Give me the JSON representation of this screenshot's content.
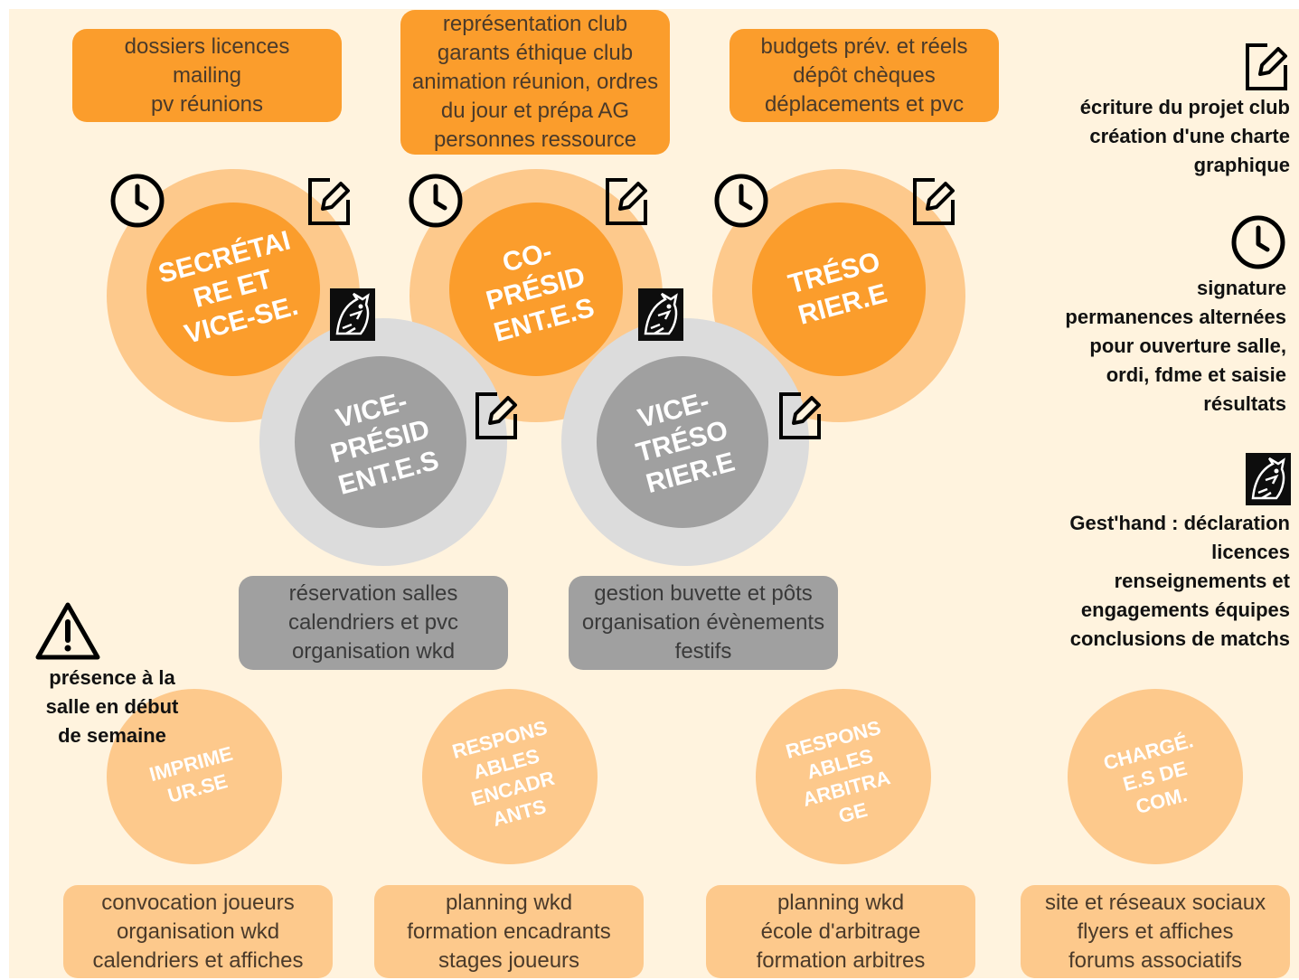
{
  "top_boxes": {
    "secretaire": [
      "dossiers licences",
      "mailing",
      "pv réunions"
    ],
    "copresident": [
      "représentation club",
      "garants éthique club",
      "animation réunion, ordres",
      "du jour et prépa AG",
      "personnes ressource"
    ],
    "tresorier": [
      "budgets prév. et réels",
      "dépôt chèques",
      "déplacements et pvc"
    ]
  },
  "roles": {
    "secretaire": [
      "SECRÉTAI",
      "RE ET",
      "VICE-SE."
    ],
    "copresident": [
      "CO-",
      "PRÉSID",
      "ENT.E.S"
    ],
    "tresorier": [
      "TRÉSO",
      "RIER.E"
    ],
    "vicepresident": [
      "VICE-",
      "PRÉSID",
      "ENT.E.S"
    ],
    "vicetresorier": [
      "VICE-",
      "TRÉSO",
      "RIER.E"
    ]
  },
  "mid_boxes": {
    "vicepresident": [
      "réservation salles",
      "calendriers et pvc",
      "organisation wkd"
    ],
    "vicetresorier": [
      "gestion buvette et pôts",
      "organisation évènements",
      "festifs"
    ]
  },
  "presence_note": [
    "présence à la",
    "salle en début",
    "de semaine"
  ],
  "bottom_roles": {
    "imprimeur": [
      "IMPRIME",
      "UR.SE"
    ],
    "encadrants": [
      "RESPONS",
      "ABLES",
      "ENCADR",
      "ANTS"
    ],
    "arbitrage": [
      "RESPONS",
      "ABLES",
      "ARBITRA",
      "GE"
    ],
    "com": [
      "CHARGÉ.",
      "E.S DE",
      "COM."
    ]
  },
  "bottom_boxes": {
    "imprimeur": [
      "convocation joueurs",
      "organisation wkd",
      "calendriers et affiches"
    ],
    "encadrants": [
      "planning wkd",
      "formation encadrants",
      "stages joueurs"
    ],
    "arbitrage": [
      "planning wkd",
      "école d'arbitrage",
      "formation arbitres"
    ],
    "com": [
      "site et réseaux sociaux",
      "flyers et affiches",
      "forums associatifs"
    ]
  },
  "legend": {
    "edit": [
      "écriture du projet club",
      "création d'une charte",
      "graphique"
    ],
    "clock": [
      "signature",
      "permanences alternées",
      "pour ouverture salle,",
      "ordi, fdme et saisie",
      "résultats"
    ],
    "gesthand": [
      "Gest'hand : déclaration",
      "licences",
      "renseignements et",
      "engagements équipes",
      "conclusions de matchs"
    ]
  },
  "icons": {
    "clock": "clock-icon",
    "edit": "edit-icon",
    "hornet": "hornet-logo",
    "warning": "warning-icon"
  },
  "colors": {
    "background": "#fff3de",
    "orange": "#fb9d2c",
    "light_orange": "#fdc98c",
    "dark_gray": "#a0a0a0",
    "light_gray": "#dcdcdc"
  }
}
